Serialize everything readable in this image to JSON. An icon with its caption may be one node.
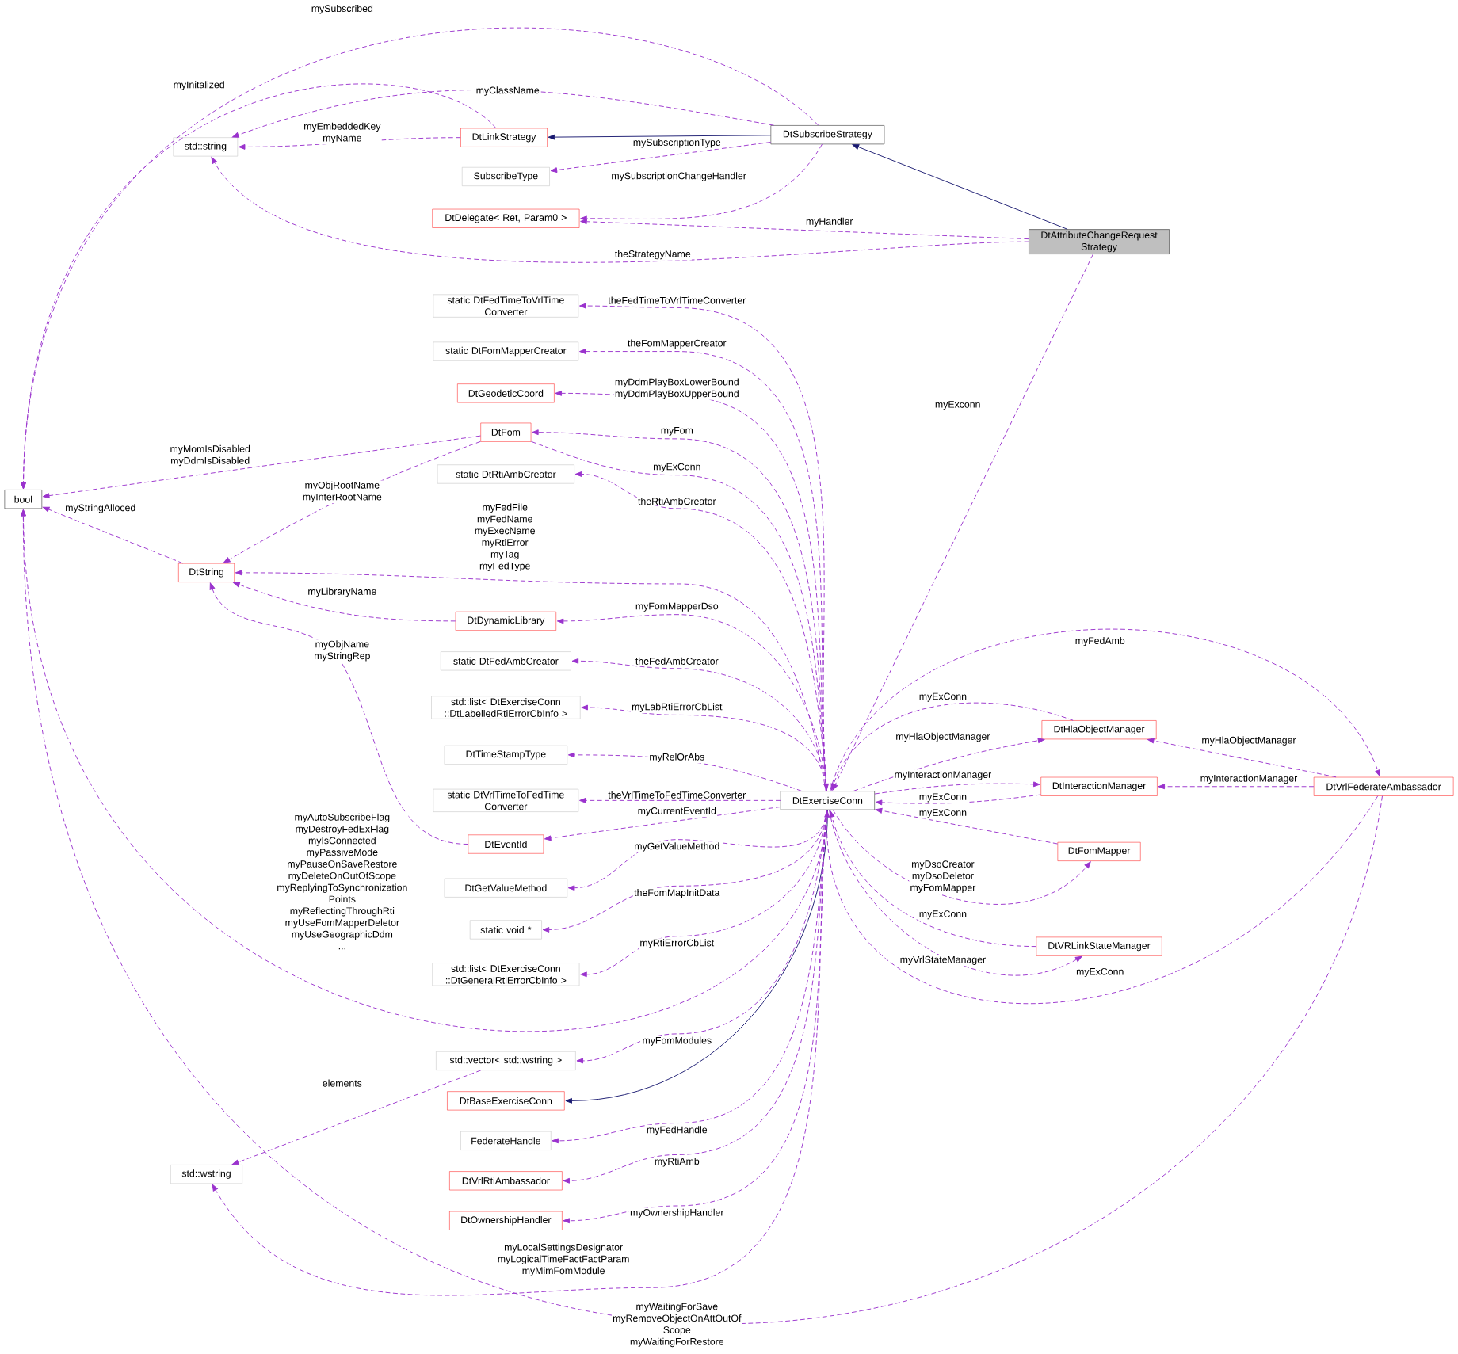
{
  "diagram": {
    "nodes": [
      {
        "text": [
          "DtAttributeChangeRequest Strategy"
        ]
      },
      {
        "text": [
          "DtSubscribeStrategy"
        ]
      },
      {
        "text": [
          "DtLinkStrategy"
        ]
      },
      {
        "text": [
          "std::string"
        ]
      },
      {
        "text": [
          "SubscribeType"
        ]
      },
      {
        "text": [
          "DtDelegate< Ret, Param0 >"
        ]
      },
      {
        "text": [
          "bool"
        ]
      },
      {
        "text": [
          "static DtFedTimeToVrlTime Converter"
        ]
      },
      {
        "text": [
          "static DtFomMapperCreator"
        ]
      },
      {
        "text": [
          "DtGeodeticCoord"
        ]
      },
      {
        "text": [
          "DtFom"
        ]
      },
      {
        "text": [
          "static DtRtiAmbCreator"
        ]
      },
      {
        "text": [
          "DtString"
        ]
      },
      {
        "text": [
          "DtDynamicLibrary"
        ]
      },
      {
        "text": [
          "static DtFedAmbCreator"
        ]
      },
      {
        "text": [
          "std::list< DtExerciseConn ::DtLabelledRtiErrorCbInfo >"
        ]
      },
      {
        "text": [
          "DtTimeStampType"
        ]
      },
      {
        "text": [
          "static DtVrlTimeToFedTime Converter"
        ]
      },
      {
        "text": [
          "DtEventId"
        ]
      },
      {
        "text": [
          "DtGetValueMethod"
        ]
      },
      {
        "text": [
          "static void *"
        ]
      },
      {
        "text": [
          "std::list< DtExerciseConn ::DtGeneralRtiErrorCbInfo >"
        ]
      },
      {
        "text": [
          "std::vector< std::wstring >"
        ]
      },
      {
        "text": [
          "DtBaseExerciseConn"
        ]
      },
      {
        "text": [
          "FederateHandle"
        ]
      },
      {
        "text": [
          "DtVrlRtiAmbassador"
        ]
      },
      {
        "text": [
          "DtOwnershipHandler"
        ]
      },
      {
        "text": [
          "std::wstring"
        ]
      },
      {
        "text": [
          "DtExerciseConn"
        ]
      },
      {
        "text": [
          "DtHlaObjectManager"
        ]
      },
      {
        "text": [
          "DtInteractionManager"
        ]
      },
      {
        "text": [
          "DtFomMapper"
        ]
      },
      {
        "text": [
          "DtVRLinkStateManager"
        ]
      },
      {
        "text": [
          "DtVrlFederateAmbassador"
        ]
      }
    ],
    "edges": [
      {
        "from": 1,
        "to": 6,
        "arrow": "to",
        "label": "mySubscribed",
        "style": "dashed"
      },
      {
        "from": 2,
        "to": 6,
        "arrow": "to",
        "label": "myInitalized",
        "style": "dashed"
      },
      {
        "from": 1,
        "to": 3,
        "arrow": "to",
        "label": "myClassName",
        "style": "dashed"
      },
      {
        "from": 2,
        "to": 3,
        "arrow": "to",
        "label": "myEmbeddedKey myName",
        "style": "dashed"
      },
      {
        "from": 1,
        "to": 2,
        "arrow": "to",
        "color": "#191970"
      },
      {
        "from": 1,
        "to": 4,
        "arrow": "to",
        "label": "mySubscriptionType",
        "style": "dashed"
      },
      {
        "from": 1,
        "to": 5,
        "arrow": "to",
        "label": "mySubscriptionChangeHandler",
        "style": "dashed"
      },
      {
        "from": 0,
        "to": 1,
        "arrow": "to",
        "color": "#191970"
      },
      {
        "from": 0,
        "to": 5,
        "arrow": "to",
        "label": "myHandler",
        "style": "dashed"
      },
      {
        "from": 0,
        "to": 3,
        "arrow": "to",
        "label": "theStrategyName",
        "style": "dashed"
      },
      {
        "from": 0,
        "to": 28,
        "arrow": "to",
        "label": "myExconn",
        "style": "dashed"
      },
      {
        "from": 28,
        "to": 7,
        "arrow": "to",
        "label": "theFedTimeToVrlTimeConverter",
        "style": "dashed"
      },
      {
        "from": 28,
        "to": 8,
        "arrow": "to",
        "label": "theFomMapperCreator",
        "style": "dashed"
      },
      {
        "from": 28,
        "to": 9,
        "arrow": "to",
        "label": "myDdmPlayBoxLowerBound myDdmPlayBoxUpperBound",
        "style": "dashed"
      },
      {
        "from": 28,
        "to": 10,
        "arrow": "to",
        "label": "myFom",
        "style": "dashed"
      },
      {
        "from": 10,
        "to": 28,
        "arrow": "to",
        "label": "myExConn",
        "style": "dashed"
      },
      {
        "from": 10,
        "to": 6,
        "arrow": "to",
        "label": "myMomIsDisabled myDdmIsDisabled",
        "style": "dashed"
      },
      {
        "from": 10,
        "to": 12,
        "arrow": "to",
        "label": "myObjRootName myInterRootName",
        "style": "dashed"
      },
      {
        "from": 28,
        "to": 11,
        "arrow": "to",
        "label": "theRtiAmbCreator",
        "style": "dashed"
      },
      {
        "from": 28,
        "to": 12,
        "arrow": "to",
        "label": "myFedFile myFedName myExecName myRtiError myTag myFedType",
        "style": "dashed"
      },
      {
        "from": 12,
        "to": 6,
        "arrow": "to",
        "label": "myStringAlloced",
        "style": "dashed"
      },
      {
        "from": 13,
        "to": 12,
        "arrow": "to",
        "label": "myLibraryName",
        "style": "dashed"
      },
      {
        "from": 28,
        "to": 13,
        "arrow": "to",
        "label": "myFomMapperDso",
        "style": "dashed"
      },
      {
        "from": 18,
        "to": 12,
        "arrow": "to",
        "label": "myObjName myStringRep",
        "style": "dashed"
      },
      {
        "from": 28,
        "to": 14,
        "arrow": "to",
        "label": "theFedAmbCreator",
        "style": "dashed"
      },
      {
        "from": 28,
        "to": 15,
        "arrow": "to",
        "label": "myLabRtiErrorCbList",
        "style": "dashed"
      },
      {
        "from": 28,
        "to": 16,
        "arrow": "to",
        "label": "myRelOrAbs",
        "style": "dashed"
      },
      {
        "from": 28,
        "to": 17,
        "arrow": "to",
        "label": "theVrlTimeToFedTimeConverter",
        "style": "dashed"
      },
      {
        "from": 28,
        "to": 18,
        "arrow": "to",
        "label": "myCurrentEventId",
        "style": "dashed"
      },
      {
        "from": 28,
        "to": 19,
        "arrow": "to",
        "label": "myGetValueMethod",
        "style": "dashed"
      },
      {
        "from": 28,
        "to": 20,
        "arrow": "to",
        "label": "theFomMapInitData",
        "style": "dashed"
      },
      {
        "from": 28,
        "to": 21,
        "arrow": "to",
        "label": "myRtiErrorCbList",
        "style": "dashed"
      },
      {
        "from": 28,
        "to": 6,
        "arrow": "to",
        "label": "myAutoSubscribeFlag myDestroyFedExFlag myIsConnected myPassiveMode myPauseOnSaveRestore myDeleteOnOutOfScope myReplyingToSynchronization Points myReflectingThroughRti myUseFomMapperDeletor myUseGeographicDdm ...",
        "style": "dashed"
      },
      {
        "from": 28,
        "to": 22,
        "arrow": "to",
        "label": "myFomModules",
        "style": "dashed"
      },
      {
        "from": 22,
        "to": 27,
        "arrow": "to",
        "label": "elements",
        "style": "dashed"
      },
      {
        "from": 28,
        "to": 23,
        "arrow": "to",
        "color": "#191970"
      },
      {
        "from": 28,
        "to": 24,
        "arrow": "to",
        "label": "myFedHandle",
        "style": "dashed"
      },
      {
        "from": 28,
        "to": 25,
        "arrow": "to",
        "label": "myRtiAmb",
        "style": "dashed"
      },
      {
        "from": 28,
        "to": 26,
        "arrow": "to",
        "label": "myOwnershipHandler",
        "style": "dashed"
      },
      {
        "from": 28,
        "to": 27,
        "arrow": "to",
        "label": "myLocalSettingsDesignator myLogicalTimeFactFactParam myMimFomModule",
        "style": "dashed"
      },
      {
        "from": 33,
        "to": 6,
        "arrow": "to",
        "label": "myWaitingForSave myRemoveObjectOnAttOutOf Scope myWaitingForRestore",
        "style": "dashed"
      },
      {
        "from": 28,
        "to": 33,
        "arrow": "to",
        "label": "myFedAmb",
        "style": "dashed"
      },
      {
        "from": 29,
        "to": 28,
        "arrow": "to",
        "label": "myExConn",
        "style": "dashed"
      },
      {
        "from": 28,
        "to": 29,
        "arrow": "to",
        "label": "myHlaObjectManager",
        "style": "dashed"
      },
      {
        "from": 33,
        "to": 29,
        "arrow": "to",
        "label": "myHlaObjectManager",
        "style": "dashed"
      },
      {
        "from": 28,
        "to": 30,
        "arrow": "to",
        "label": "myInteractionManager",
        "style": "dashed"
      },
      {
        "from": 30,
        "to": 28,
        "arrow": "to",
        "label": "myExConn",
        "style": "dashed"
      },
      {
        "from": 33,
        "to": 30,
        "arrow": "to",
        "label": "myInteractionManager",
        "style": "dashed"
      },
      {
        "from": 31,
        "to": 28,
        "arrow": "to",
        "label": "myExConn",
        "style": "dashed"
      },
      {
        "from": 28,
        "to": 31,
        "arrow": "to",
        "label": "myDsoCreator myDsoDeletor myFomMapper",
        "style": "dashed"
      },
      {
        "from": 32,
        "to": 28,
        "arrow": "to",
        "label": "myExConn",
        "style": "dashed"
      },
      {
        "from": 28,
        "to": 32,
        "arrow": "to",
        "label": "myVrlStateManager",
        "style": "dashed"
      },
      {
        "from": 33,
        "to": 28,
        "arrow": "to",
        "label": "myExConn",
        "style": "dashed"
      }
    ]
  }
}
